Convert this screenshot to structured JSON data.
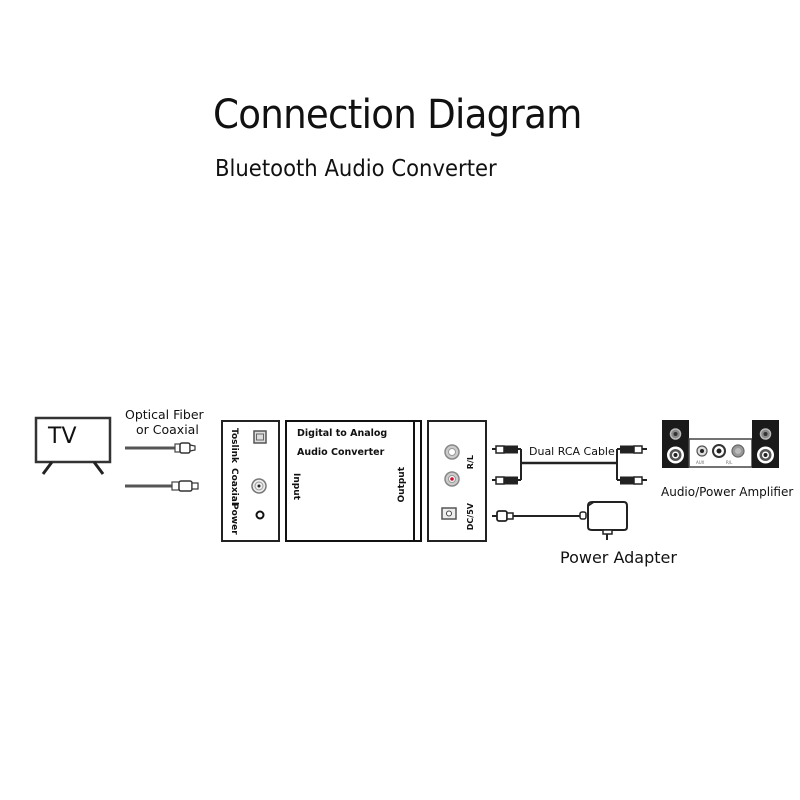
{
  "header": {
    "title": "Connection Diagram",
    "subtitle": "Bluetooth Audio Converter"
  },
  "tv": {
    "label": "TV"
  },
  "input_cable": {
    "label_line1": "Optical Fiber",
    "label_line2": "or Coaxial"
  },
  "converter": {
    "input_panel": {
      "port_labels": [
        "Toslink",
        "Coaxial",
        "Power"
      ]
    },
    "body": {
      "line1": "Digital to Analog",
      "line2": "Audio Converter",
      "input_label": "Input",
      "output_label": "Output"
    },
    "output_panel": {
      "rca_label": "R/L",
      "dc_label": "DC/5V",
      "rca_right_color": "#c8102e"
    }
  },
  "rca_cable": {
    "label": "Dual RCA Cable"
  },
  "amplifier": {
    "label": "Audio/Power Amplifier",
    "panel_labels": [
      "AUX",
      "R/L"
    ]
  },
  "power_adapter": {
    "label": "Power Adapter"
  }
}
